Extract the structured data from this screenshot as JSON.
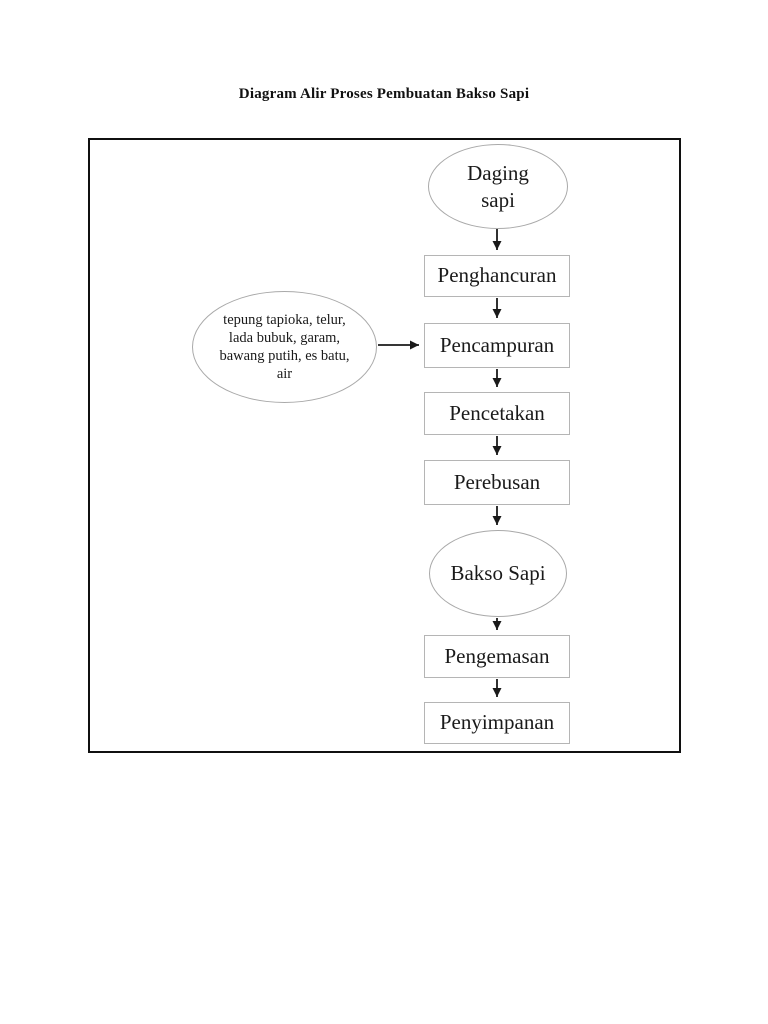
{
  "document": {
    "title": "Diagram Alir Proses Pembuatan Bakso Sapi"
  },
  "flowchart": {
    "nodes": [
      {
        "id": "daging-sapi",
        "type": "terminator",
        "label": "Daging sapi"
      },
      {
        "id": "penghancuran",
        "type": "process",
        "label": "Penghancuran"
      },
      {
        "id": "pencampuran",
        "type": "process",
        "label": "Pencampuran"
      },
      {
        "id": "pencetakan",
        "type": "process",
        "label": "Pencetakan"
      },
      {
        "id": "perebusan",
        "type": "process",
        "label": "Perebusan"
      },
      {
        "id": "bakso-sapi",
        "type": "terminator",
        "label": "Bakso Sapi"
      },
      {
        "id": "pengemasan",
        "type": "process",
        "label": "Pengemasan"
      },
      {
        "id": "penyimpanan",
        "type": "process",
        "label": "Penyimpanan"
      }
    ],
    "input_note": {
      "label": "tepung tapioka, telur, lada bubuk, garam, bawang putih, es batu, air",
      "lines": [
        "tepung tapioka, telur,",
        "lada bubuk, garam,",
        "bawang putih, es batu,",
        "air"
      ]
    },
    "edges": [
      {
        "from": "daging-sapi",
        "to": "penghancuran"
      },
      {
        "from": "penghancuran",
        "to": "pencampuran"
      },
      {
        "from": "input-note",
        "to": "pencampuran"
      },
      {
        "from": "pencampuran",
        "to": "pencetakan"
      },
      {
        "from": "pencetakan",
        "to": "perebusan"
      },
      {
        "from": "perebusan",
        "to": "bakso-sapi"
      },
      {
        "from": "bakso-sapi",
        "to": "pengemasan"
      },
      {
        "from": "pengemasan",
        "to": "penyimpanan"
      }
    ],
    "colors": {
      "arrow": "#1a1a1a",
      "process_border": "#b5b5b5",
      "terminator_border": "#a9a9a9",
      "frame_border": "#101010",
      "text": "#1a1a1a",
      "background": "#ffffff"
    }
  }
}
